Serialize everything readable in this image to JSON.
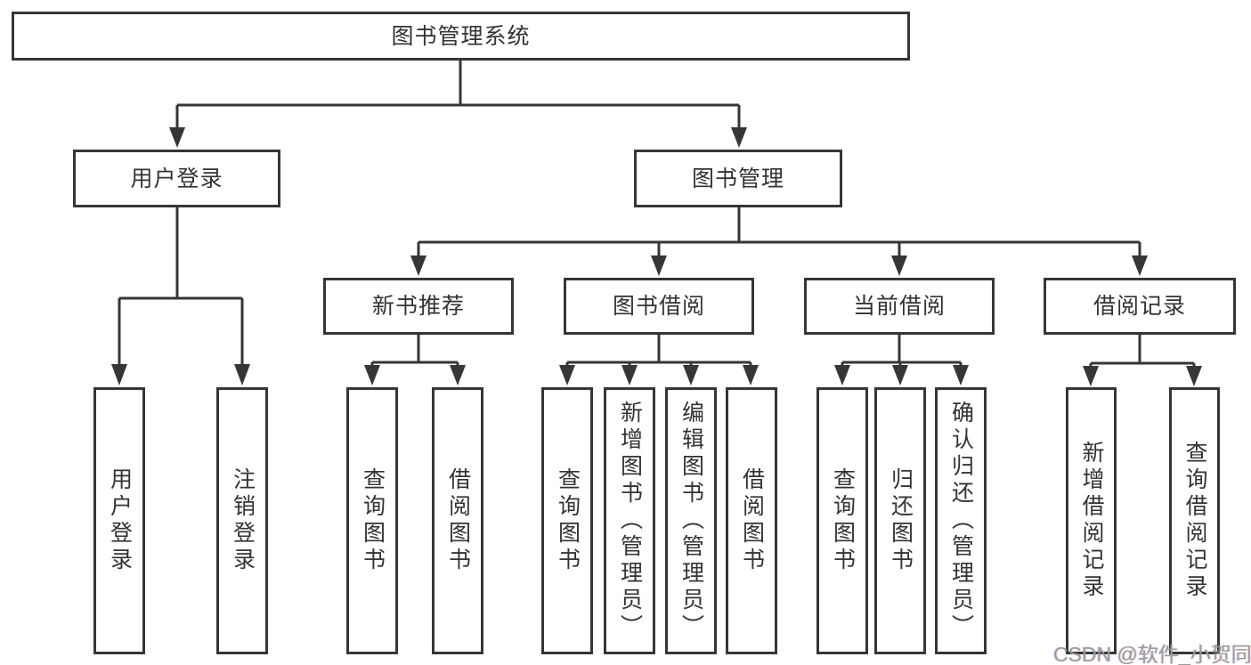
{
  "tree": {
    "root": "图书管理系统",
    "user_login": {
      "label": "用户登录",
      "children": [
        "用户登录",
        "注销登录"
      ]
    },
    "book_mgmt": {
      "label": "图书管理",
      "sections": [
        {
          "label": "新书推荐",
          "children": [
            "查询图书",
            "借阅图书"
          ]
        },
        {
          "label": "图书借阅",
          "children": [
            "查询图书",
            "新增图书（管理员）",
            "编辑图书（管理员）",
            "借阅图书"
          ]
        },
        {
          "label": "当前借阅",
          "children": [
            "查询图书",
            "归还图书",
            "确认归还（管理员）"
          ]
        },
        {
          "label": "借阅记录",
          "children": [
            "新增借阅记录",
            "查询借阅记录"
          ]
        }
      ]
    }
  },
  "watermark": "CSDN @软件_小贺同学",
  "colors": {
    "line": "#363636",
    "text": "#333333",
    "watermark": "#9b9b9b",
    "background": "#ffffff"
  }
}
